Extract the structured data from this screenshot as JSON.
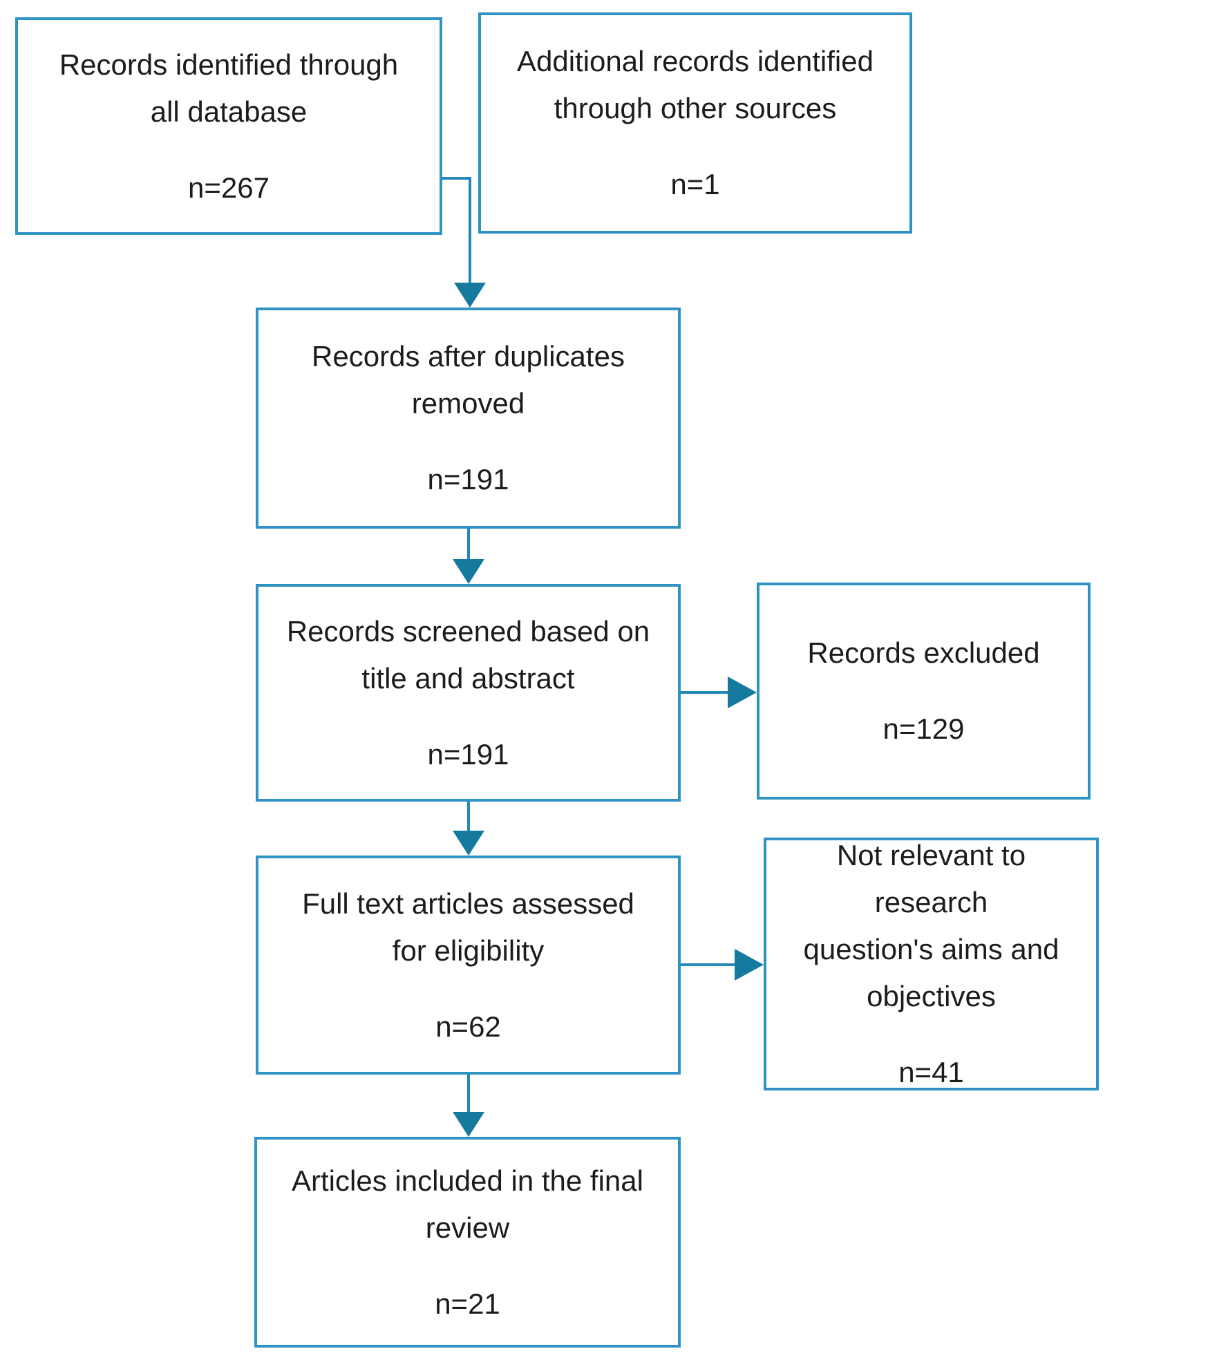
{
  "diagram": {
    "type": "prisma-flowchart",
    "boxes": {
      "identified": {
        "label": "Records identified through all database",
        "lines": [
          "Records identified through",
          "all database"
        ],
        "count": "n=267",
        "value": 267
      },
      "additional": {
        "label": "Additional records identified through other sources",
        "lines": [
          "Additional records identified",
          "through other sources"
        ],
        "count": "n=1",
        "value": 1
      },
      "duplicates": {
        "label": "Records after duplicates removed",
        "lines": [
          "Records after duplicates",
          "removed"
        ],
        "count": "n=191",
        "value": 191
      },
      "screened": {
        "label": "Records screened based on title and abstract",
        "lines": [
          "Records screened based on",
          "title and abstract"
        ],
        "count": "n=191",
        "value": 191
      },
      "excluded": {
        "label": "Records excluded",
        "lines": [
          "Records excluded"
        ],
        "count": "n=129",
        "value": 129
      },
      "fulltext": {
        "label": "Full text articles assessed for eligibility",
        "lines": [
          "Full text articles assessed",
          "for eligibility"
        ],
        "count": "n=62",
        "value": 62
      },
      "notrelevant": {
        "label": "Not relevant to research question's aims and objectives",
        "lines": [
          "Not relevant to research",
          "question's aims and",
          "objectives"
        ],
        "count": "n=41",
        "value": 41
      },
      "included": {
        "label": "Articles included in the final review",
        "lines": [
          "Articles included in the final",
          "review"
        ],
        "count": "n=21",
        "value": 21
      }
    },
    "connections": [
      {
        "from": "identified",
        "to": "duplicates",
        "style": "elbow-down-arrow"
      },
      {
        "from": "duplicates",
        "to": "screened",
        "style": "down-arrow"
      },
      {
        "from": "screened",
        "to": "excluded",
        "style": "right-arrow"
      },
      {
        "from": "screened",
        "to": "fulltext",
        "style": "down-arrow"
      },
      {
        "from": "fulltext",
        "to": "notrelevant",
        "style": "right-arrow"
      },
      {
        "from": "fulltext",
        "to": "included",
        "style": "down-arrow"
      }
    ],
    "colors": {
      "box_border": "#2E93C3",
      "line": "#2489B8",
      "arrow": "#16799E",
      "text": "#1C1C1C",
      "background": "#FFFFFF"
    }
  }
}
